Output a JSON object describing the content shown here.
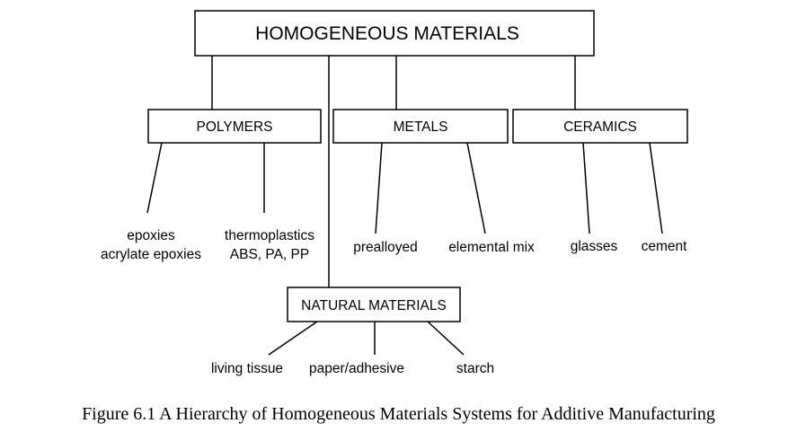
{
  "root": {
    "label": "HOMOGENEOUS MATERIALS"
  },
  "categories": [
    {
      "label": "POLYMERS",
      "children": [
        [
          "epoxies",
          "acrylate epoxies"
        ],
        [
          "thermoplastics",
          "ABS, PA, PP"
        ]
      ]
    },
    {
      "label": "METALS",
      "children": [
        [
          "prealloyed"
        ],
        [
          "elemental mix"
        ]
      ]
    },
    {
      "label": "CERAMICS",
      "children": [
        [
          "glasses"
        ],
        [
          "cement"
        ]
      ]
    },
    {
      "label": "NATURAL MATERIALS",
      "children": [
        [
          "living tissue"
        ],
        [
          "paper/adhesive"
        ],
        [
          "starch"
        ]
      ]
    }
  ],
  "caption": "Figure 6.1 A Hierarchy of Homogeneous Materials Systems for Additive Manufacturing"
}
